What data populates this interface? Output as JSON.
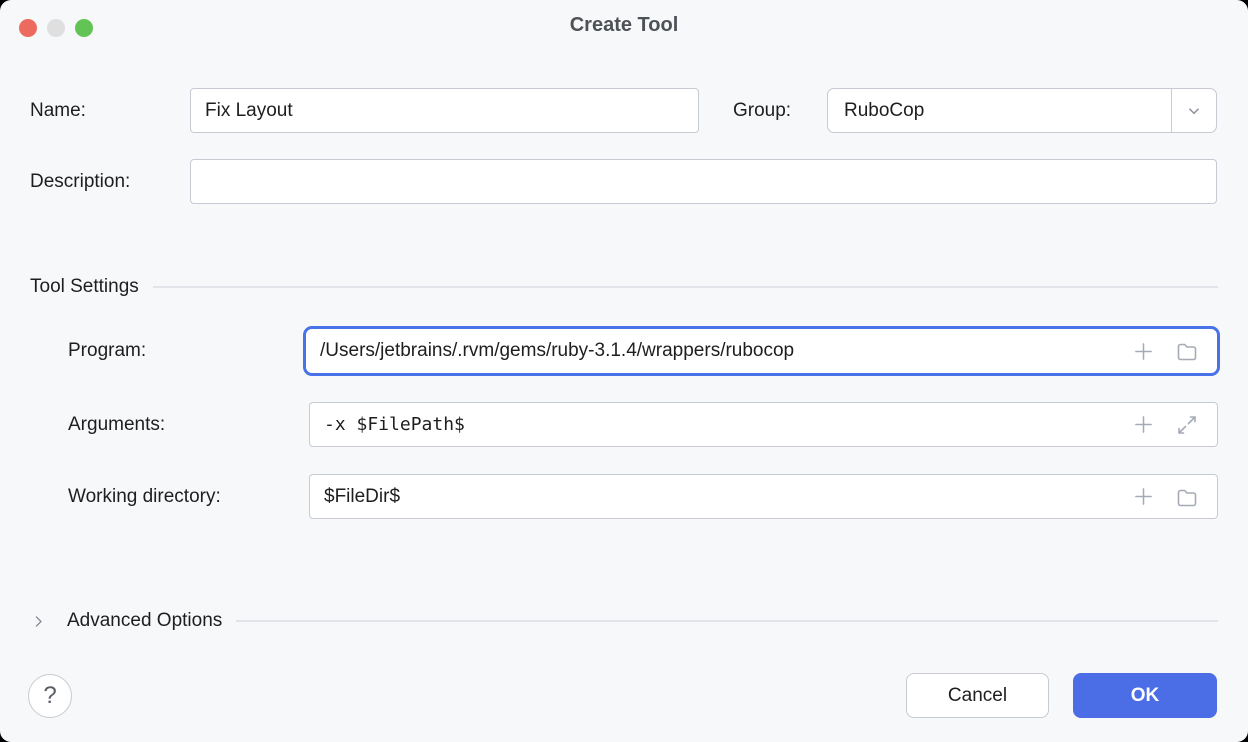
{
  "window": {
    "title": "Create Tool"
  },
  "colors": {
    "window_background": "#f7f8fa",
    "accent_focus_border": "#4a72e8",
    "ok_button_background": "#4b6ee6",
    "field_border": "#c8cad3",
    "separator_line": "#e3e4e9",
    "traffic_close": "#ec6a5e",
    "traffic_minimize_disabled": "#dfdfe0",
    "traffic_zoom": "#61c454",
    "icon_gray": "#a6aab6"
  },
  "form": {
    "name": {
      "label": "Name:",
      "value": "Fix Layout"
    },
    "group": {
      "label": "Group:",
      "value": "RuboCop"
    },
    "description": {
      "label": "Description:",
      "value": ""
    },
    "tool_settings_header": "Tool Settings",
    "program": {
      "label": "Program:",
      "value": "/Users/jetbrains/.rvm/gems/ruby-3.1.4/wrappers/rubocop"
    },
    "arguments": {
      "label": "Arguments:",
      "value": "-x $FilePath$"
    },
    "working_directory": {
      "label": "Working directory:",
      "value": "$FileDir$"
    },
    "advanced_options_header": "Advanced Options"
  },
  "icons": {
    "plus": "insert-macro",
    "folder": "browse-file",
    "expand": "expand-editor",
    "chevron_down": "open-dropdown",
    "chevron_right": "collapsed-section",
    "help": "?"
  },
  "footer": {
    "help_label": "?",
    "cancel_label": "Cancel",
    "ok_label": "OK"
  }
}
